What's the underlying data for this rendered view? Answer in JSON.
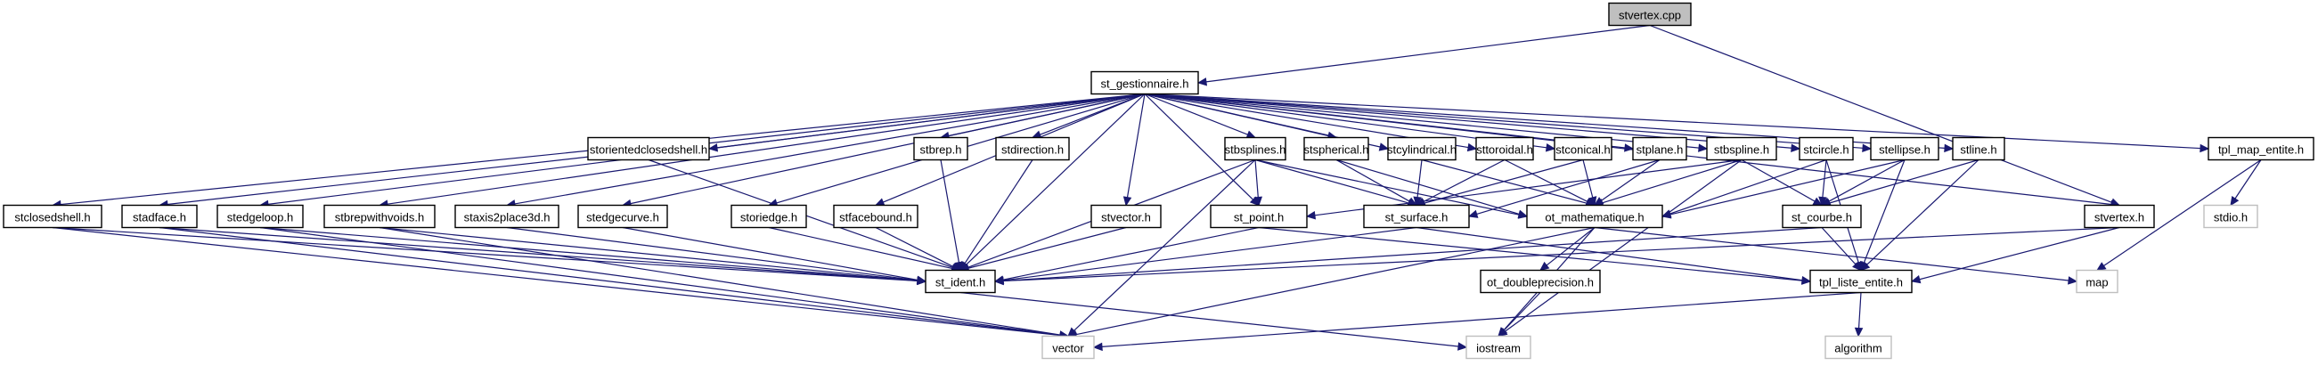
{
  "title": "stvertex.cpp include dependency graph",
  "colors": {
    "edge": "#191970",
    "root_fill": "#bfbfbf",
    "node_border": "#000000",
    "system_border": "#bfbfbf"
  },
  "nodes": [
    {
      "id": "stvertex_cpp",
      "label": "stvertex.cpp",
      "kind": "root"
    },
    {
      "id": "st_gestionnaire",
      "label": "st_gestionnaire.h",
      "kind": "file"
    },
    {
      "id": "storientedclosedshell",
      "label": "storientedclosedshell.h",
      "kind": "file"
    },
    {
      "id": "stbrep",
      "label": "stbrep.h",
      "kind": "file"
    },
    {
      "id": "stdirection",
      "label": "stdirection.h",
      "kind": "file"
    },
    {
      "id": "stbsplines",
      "label": "stbsplines.h",
      "kind": "file"
    },
    {
      "id": "stspherical",
      "label": "stspherical.h",
      "kind": "file"
    },
    {
      "id": "stcylindrical",
      "label": "stcylindrical.h",
      "kind": "file"
    },
    {
      "id": "sttoroidal",
      "label": "sttoroidal.h",
      "kind": "file"
    },
    {
      "id": "stconical",
      "label": "stconical.h",
      "kind": "file"
    },
    {
      "id": "stplane",
      "label": "stplane.h",
      "kind": "file"
    },
    {
      "id": "stbspline",
      "label": "stbspline.h",
      "kind": "file"
    },
    {
      "id": "stcircle",
      "label": "stcircle.h",
      "kind": "file"
    },
    {
      "id": "stellipse",
      "label": "stellipse.h",
      "kind": "file"
    },
    {
      "id": "stline",
      "label": "stline.h",
      "kind": "file"
    },
    {
      "id": "tpl_map_entite",
      "label": "tpl_map_entite.h",
      "kind": "file"
    },
    {
      "id": "stclosedshell",
      "label": "stclosedshell.h",
      "kind": "file"
    },
    {
      "id": "stadface",
      "label": "stadface.h",
      "kind": "file"
    },
    {
      "id": "stedgeloop",
      "label": "stedgeloop.h",
      "kind": "file"
    },
    {
      "id": "stbrepwithvoids",
      "label": "stbrepwithvoids.h",
      "kind": "file"
    },
    {
      "id": "staxis2place3d",
      "label": "staxis2place3d.h",
      "kind": "file"
    },
    {
      "id": "stedgecurve",
      "label": "stedgecurve.h",
      "kind": "file"
    },
    {
      "id": "storiedge",
      "label": "storiedge.h",
      "kind": "file"
    },
    {
      "id": "stfacebound",
      "label": "stfacebound.h",
      "kind": "file"
    },
    {
      "id": "stvector",
      "label": "stvector.h",
      "kind": "file"
    },
    {
      "id": "st_point",
      "label": "st_point.h",
      "kind": "file"
    },
    {
      "id": "st_surface",
      "label": "st_surface.h",
      "kind": "file"
    },
    {
      "id": "ot_mathematique",
      "label": "ot_mathematique.h",
      "kind": "file"
    },
    {
      "id": "st_courbe",
      "label": "st_courbe.h",
      "kind": "file"
    },
    {
      "id": "stvertex_h",
      "label": "stvertex.h",
      "kind": "file"
    },
    {
      "id": "stdio",
      "label": "stdio.h",
      "kind": "system"
    },
    {
      "id": "st_ident",
      "label": "st_ident.h",
      "kind": "file"
    },
    {
      "id": "ot_doubleprecision",
      "label": "ot_doubleprecision.h",
      "kind": "file"
    },
    {
      "id": "tpl_liste_entite",
      "label": "tpl_liste_entite.h",
      "kind": "file"
    },
    {
      "id": "map",
      "label": "map",
      "kind": "system"
    },
    {
      "id": "vector",
      "label": "vector",
      "kind": "system"
    },
    {
      "id": "iostream",
      "label": "iostream",
      "kind": "system"
    },
    {
      "id": "algorithm",
      "label": "algorithm",
      "kind": "system"
    }
  ],
  "edges": [
    [
      "stvertex_cpp",
      "st_gestionnaire"
    ],
    [
      "stvertex_cpp",
      "stvertex_h"
    ],
    [
      "st_gestionnaire",
      "stclosedshell"
    ],
    [
      "st_gestionnaire",
      "stadface"
    ],
    [
      "st_gestionnaire",
      "stedgeloop"
    ],
    [
      "st_gestionnaire",
      "stbrepwithvoids"
    ],
    [
      "st_gestionnaire",
      "storientedclosedshell"
    ],
    [
      "st_gestionnaire",
      "staxis2place3d"
    ],
    [
      "st_gestionnaire",
      "stedgecurve"
    ],
    [
      "st_gestionnaire",
      "stbrep"
    ],
    [
      "st_gestionnaire",
      "storiedge"
    ],
    [
      "st_gestionnaire",
      "stfacebound"
    ],
    [
      "st_gestionnaire",
      "stdirection"
    ],
    [
      "st_gestionnaire",
      "stvector"
    ],
    [
      "st_gestionnaire",
      "st_point"
    ],
    [
      "st_gestionnaire",
      "st_ident"
    ],
    [
      "st_gestionnaire",
      "stbsplines"
    ],
    [
      "st_gestionnaire",
      "stspherical"
    ],
    [
      "st_gestionnaire",
      "stcylindrical"
    ],
    [
      "st_gestionnaire",
      "sttoroidal"
    ],
    [
      "st_gestionnaire",
      "stconical"
    ],
    [
      "st_gestionnaire",
      "stplane"
    ],
    [
      "st_gestionnaire",
      "stbspline"
    ],
    [
      "st_gestionnaire",
      "stcircle"
    ],
    [
      "st_gestionnaire",
      "stellipse"
    ],
    [
      "st_gestionnaire",
      "stline"
    ],
    [
      "st_gestionnaire",
      "stvertex_h"
    ],
    [
      "st_gestionnaire",
      "tpl_map_entite"
    ],
    [
      "stclosedshell",
      "st_ident"
    ],
    [
      "stclosedshell",
      "vector"
    ],
    [
      "stadface",
      "st_ident"
    ],
    [
      "stadface",
      "vector"
    ],
    [
      "stedgeloop",
      "st_ident"
    ],
    [
      "stedgeloop",
      "vector"
    ],
    [
      "stbrepwithvoids",
      "st_ident"
    ],
    [
      "stbrepwithvoids",
      "vector"
    ],
    [
      "storientedclosedshell",
      "st_ident"
    ],
    [
      "staxis2place3d",
      "st_ident"
    ],
    [
      "stedgecurve",
      "st_ident"
    ],
    [
      "stbrep",
      "st_ident"
    ],
    [
      "storiedge",
      "st_ident"
    ],
    [
      "stfacebound",
      "st_ident"
    ],
    [
      "stdirection",
      "st_ident"
    ],
    [
      "stvector",
      "st_ident"
    ],
    [
      "st_point",
      "st_ident"
    ],
    [
      "st_point",
      "tpl_liste_entite"
    ],
    [
      "stbsplines",
      "st_point"
    ],
    [
      "stbsplines",
      "st_surface"
    ],
    [
      "stbsplines",
      "ot_mathematique"
    ],
    [
      "stbsplines",
      "st_ident"
    ],
    [
      "stbsplines",
      "vector"
    ],
    [
      "stspherical",
      "st_surface"
    ],
    [
      "stspherical",
      "ot_mathematique"
    ],
    [
      "stcylindrical",
      "st_surface"
    ],
    [
      "stcylindrical",
      "ot_mathematique"
    ],
    [
      "sttoroidal",
      "st_surface"
    ],
    [
      "sttoroidal",
      "ot_mathematique"
    ],
    [
      "stconical",
      "st_surface"
    ],
    [
      "stconical",
      "ot_mathematique"
    ],
    [
      "stplane",
      "st_surface"
    ],
    [
      "stplane",
      "ot_mathematique"
    ],
    [
      "stbspline",
      "st_courbe"
    ],
    [
      "stbspline",
      "ot_mathematique"
    ],
    [
      "stbspline",
      "st_point"
    ],
    [
      "stbspline",
      "iostream"
    ],
    [
      "stcircle",
      "st_courbe"
    ],
    [
      "stcircle",
      "ot_mathematique"
    ],
    [
      "stcircle",
      "tpl_liste_entite"
    ],
    [
      "stellipse",
      "st_courbe"
    ],
    [
      "stellipse",
      "ot_mathematique"
    ],
    [
      "stellipse",
      "tpl_liste_entite"
    ],
    [
      "stline",
      "st_courbe"
    ],
    [
      "stline",
      "tpl_liste_entite"
    ],
    [
      "st_surface",
      "st_ident"
    ],
    [
      "st_surface",
      "tpl_liste_entite"
    ],
    [
      "ot_mathematique",
      "ot_doubleprecision"
    ],
    [
      "ot_mathematique",
      "iostream"
    ],
    [
      "ot_mathematique",
      "vector"
    ],
    [
      "ot_mathematique",
      "map"
    ],
    [
      "ot_doubleprecision",
      "iostream"
    ],
    [
      "st_courbe",
      "st_ident"
    ],
    [
      "st_courbe",
      "tpl_liste_entite"
    ],
    [
      "stvertex_h",
      "st_ident"
    ],
    [
      "stvertex_h",
      "tpl_liste_entite"
    ],
    [
      "tpl_map_entite",
      "stdio"
    ],
    [
      "tpl_map_entite",
      "map"
    ],
    [
      "st_ident",
      "iostream"
    ],
    [
      "tpl_liste_entite",
      "vector"
    ],
    [
      "tpl_liste_entite",
      "algorithm"
    ]
  ]
}
